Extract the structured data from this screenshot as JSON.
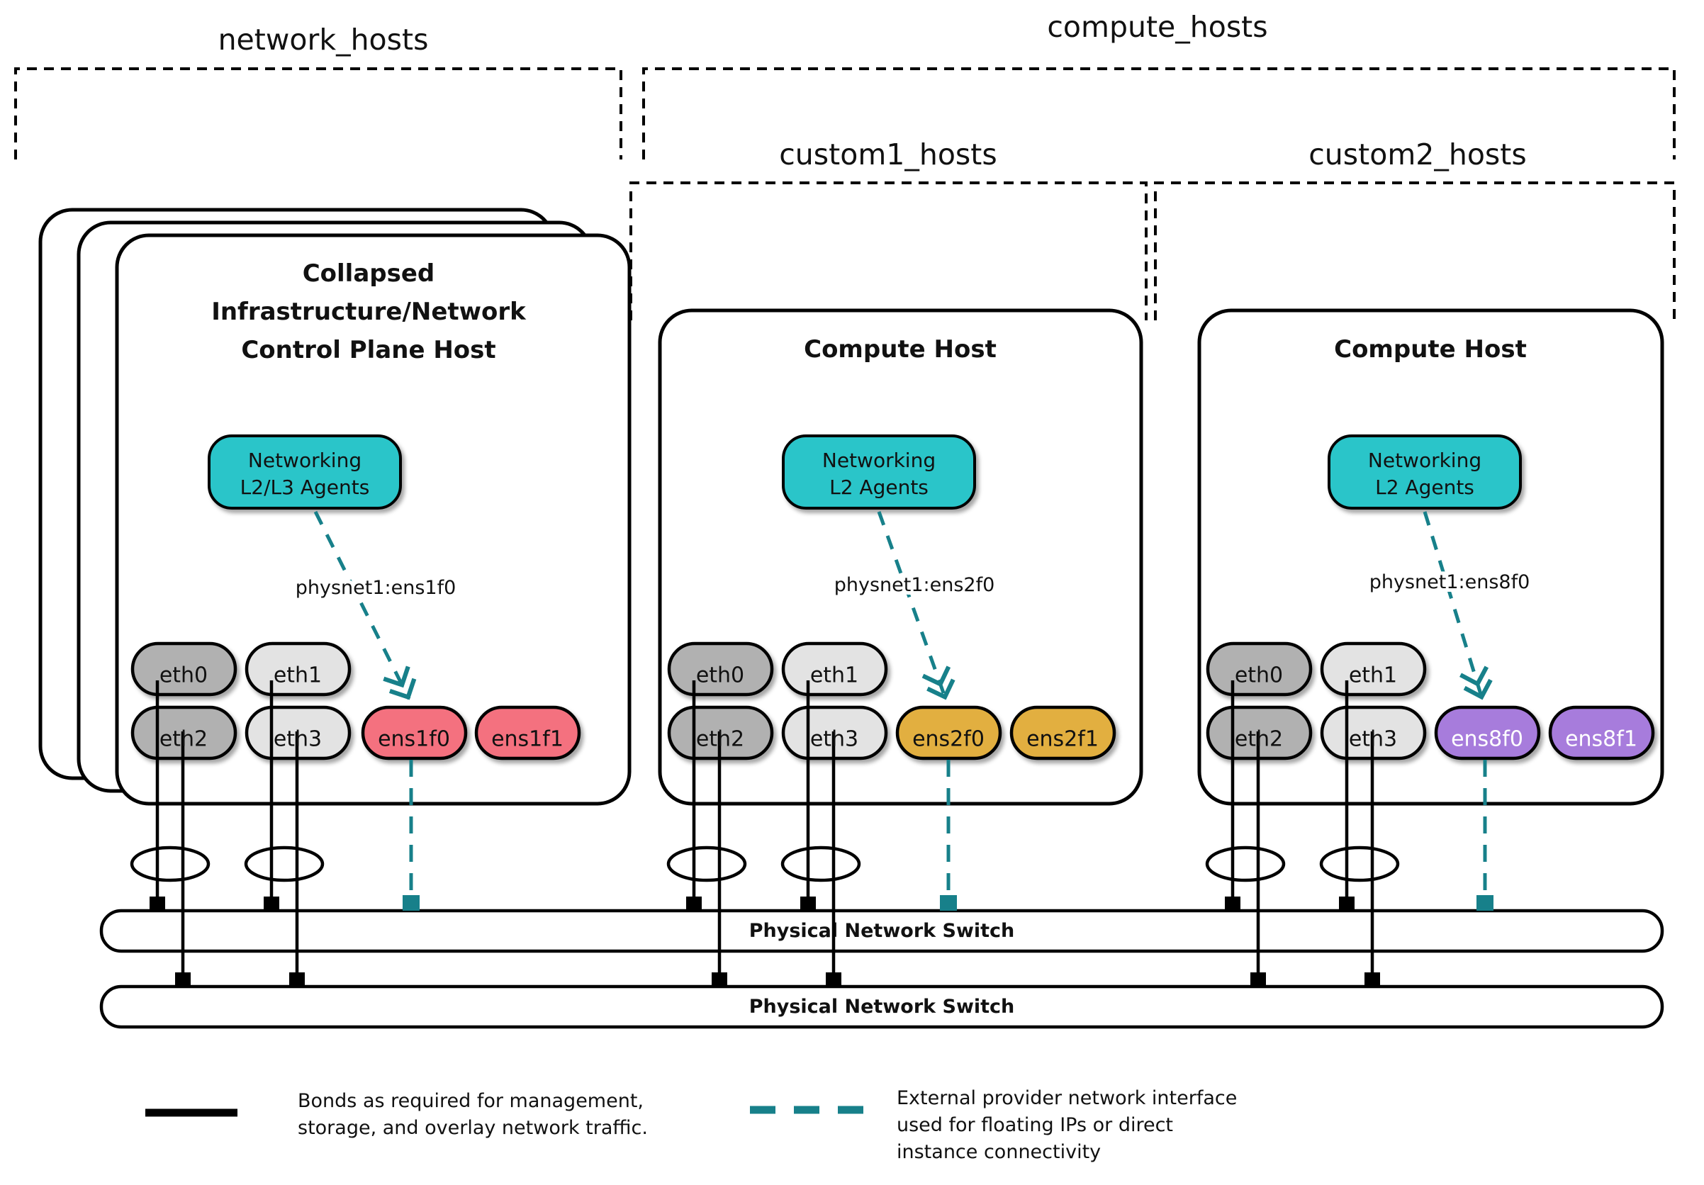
{
  "groups": {
    "network": "network_hosts",
    "compute": "compute_hosts",
    "custom1": "custom1_hosts",
    "custom2": "custom2_hosts"
  },
  "hosts": [
    {
      "title_lines": [
        "Collapsed",
        "Infrastructure/Network",
        "Control Plane Host"
      ],
      "agent_lines": [
        "Networking",
        "L2/L3 Agents"
      ],
      "physnet": "physnet1:ens1f0",
      "nics": {
        "top": [
          "eth0",
          "eth1"
        ],
        "bottom": [
          "eth2",
          "eth3"
        ],
        "provider": [
          "ens1f0",
          "ens1f1"
        ]
      }
    },
    {
      "title_lines": [
        "Compute Host"
      ],
      "agent_lines": [
        "Networking",
        "L2 Agents"
      ],
      "physnet": "physnet1:ens2f0",
      "nics": {
        "top": [
          "eth0",
          "eth1"
        ],
        "bottom": [
          "eth2",
          "eth3"
        ],
        "provider": [
          "ens2f0",
          "ens2f1"
        ]
      }
    },
    {
      "title_lines": [
        "Compute Host"
      ],
      "agent_lines": [
        "Networking",
        "L2 Agents"
      ],
      "physnet": "physnet1:ens8f0",
      "nics": {
        "top": [
          "eth0",
          "eth1"
        ],
        "bottom": [
          "eth2",
          "eth3"
        ],
        "provider": [
          "ens8f0",
          "ens8f1"
        ]
      }
    }
  ],
  "switches": [
    {
      "label": "Physical Network Switch"
    },
    {
      "label": "Physical Network Switch"
    }
  ],
  "legend": {
    "bond_lines": [
      "Bonds as required for management,",
      "storage, and overlay network traffic."
    ],
    "provider_lines": [
      "External provider network interface",
      "used for floating IPs or direct",
      "instance connectivity"
    ]
  },
  "colors": {
    "agent_teal": "#2BC5C9",
    "provider_teal": "#17808A",
    "nic_pink": "#F4717F",
    "nic_gold": "#E2AF3F",
    "nic_purple": "#A77CDC",
    "nic_gray_dark": "#B1B1B1",
    "nic_gray_light": "#E3E3E3"
  }
}
